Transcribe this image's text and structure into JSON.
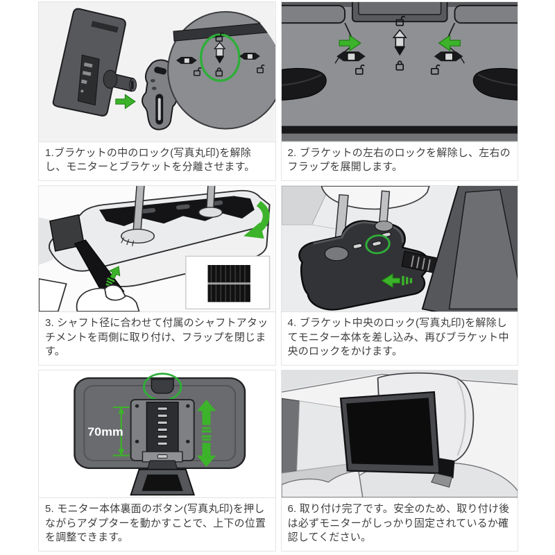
{
  "page": {
    "type": "installation-instructions",
    "language": "ja",
    "accent_green": "#3cb32a",
    "steps": [
      {
        "caption": "1.ブラケットの中のロック(写真丸印)を解除し、モニターとブラケットを分離させます。"
      },
      {
        "caption": "2. ブラケットの左右のロックを解除し、左右のフラップを展開します。"
      },
      {
        "caption": "3. シャフト径に合わせて付属のシャフトアタッチメントを両側に取り付け、フラップを閉じます。"
      },
      {
        "caption": "4. ブラケット中央のロック(写真丸印)を解除してモニター本体を差し込み、再びブラケット中央のロックをかけます。"
      },
      {
        "caption": "5. モニター本体裏面のボタン(写真丸印)を押しながらアダプターを動かすことで、上下の位置を調整できます。",
        "measurement": "70mm"
      },
      {
        "caption": "6. 取り付け完了です。安全のため、取り付け後は必ずモニターがしっかり固定されているか確認してください。"
      }
    ]
  }
}
